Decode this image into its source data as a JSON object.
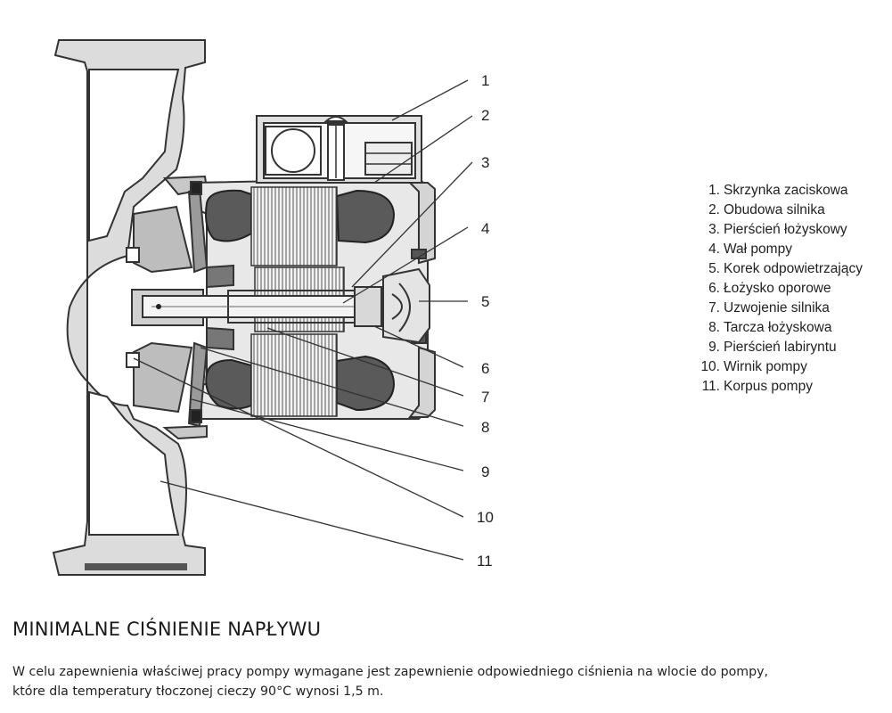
{
  "callouts": [
    "1",
    "2",
    "3",
    "4",
    "5",
    "6",
    "7",
    "8",
    "9",
    "10",
    "11"
  ],
  "legend": [
    {
      "num": "1.",
      "label": "Skrzynka zaciskowa"
    },
    {
      "num": "2.",
      "label": "Obudowa silnika"
    },
    {
      "num": "3.",
      "label": "Pierścień łożyskowy"
    },
    {
      "num": "4.",
      "label": "Wał pompy"
    },
    {
      "num": "5.",
      "label": "Korek odpowietrzający"
    },
    {
      "num": "6.",
      "label": "Łożysko oporowe"
    },
    {
      "num": "7.",
      "label": "Uzwojenie silnika"
    },
    {
      "num": "8.",
      "label": "Tarcza łożyskowa"
    },
    {
      "num": "9.",
      "label": "Pierścień labiryntu"
    },
    {
      "num": "10.",
      "label": "Wirnik pompy"
    },
    {
      "num": "11.",
      "label": "Korpus pompy"
    }
  ],
  "heading": "MINIMALNE CIŚNIENIE NAPŁYWU",
  "paragraph_lines": [
    "W celu zapewnienia właściwej pracy pompy wymagane jest zapewnienie odpowiedniego ciśnienia na wlocie do pompy,",
    "które dla temperatury tłoczonej cieczy 90°C wynosi 1,5 m."
  ]
}
